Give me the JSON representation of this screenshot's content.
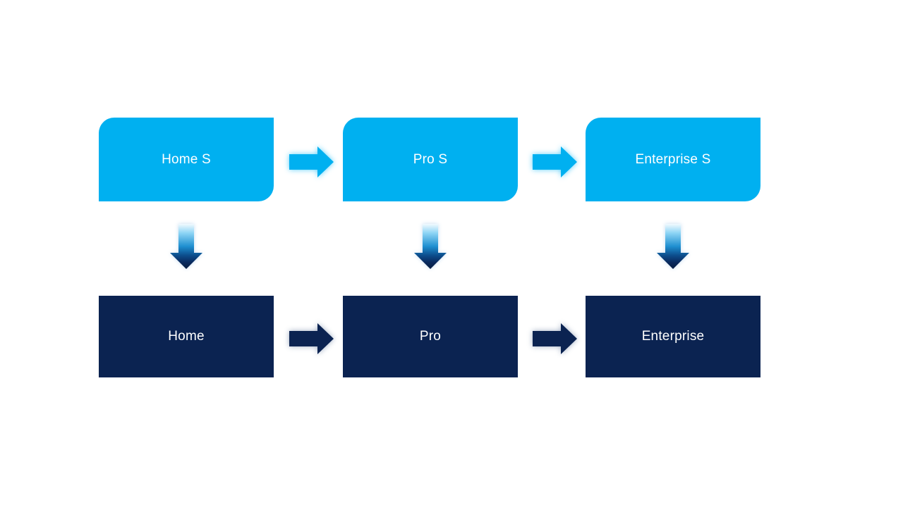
{
  "diagram": {
    "description": "Three-tier product edition flow, S editions mapping down to base editions",
    "columns": [
      {
        "top": {
          "label": "Home S"
        },
        "bottom": {
          "label": "Home"
        }
      },
      {
        "top": {
          "label": "Pro S"
        },
        "bottom": {
          "label": "Pro"
        }
      },
      {
        "top": {
          "label": "Enterprise S"
        },
        "bottom": {
          "label": "Enterprise"
        }
      }
    ],
    "colors": {
      "background": "#ffffff",
      "top_box_fill": "#00b0f0",
      "bottom_box_fill": "#0b2351",
      "label_text": "#ffffff",
      "top_arrow_fill": "#00b0f0",
      "top_arrow_glow": "#54cefa",
      "bottom_arrow_fill": "#0b2351",
      "down_arrow_gradient_top": "#f2fafe",
      "down_arrow_gradient_mid": "#1e8fd0",
      "down_arrow_gradient_bottom": "#071c40"
    },
    "icons": {
      "right_arrow": "block-arrow-right-icon",
      "down_arrow": "block-arrow-down-icon"
    }
  }
}
